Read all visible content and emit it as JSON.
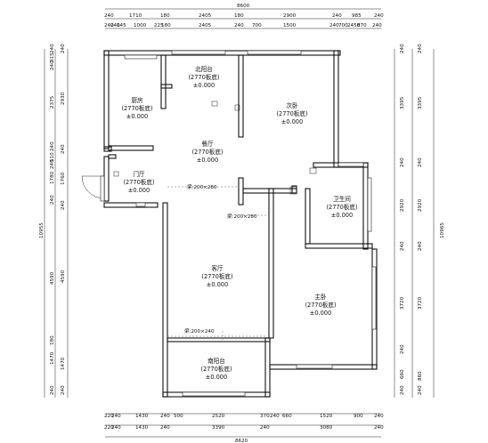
{
  "dims": {
    "top_total": "8600",
    "top_row1": [
      "240",
      "1710",
      "180",
      "2405",
      "180",
      "2900",
      "240",
      "985",
      "240"
    ],
    "top_row2": [
      "240",
      "240",
      "145",
      "1000",
      "225",
      "180",
      "2405",
      "240",
      "700",
      "1500",
      "240",
      "700",
      "2450",
      "870",
      "240"
    ],
    "bottom_row1": [
      "220",
      "240",
      "1430",
      "240",
      "500",
      "2520",
      "370",
      "240",
      "660",
      "1520",
      "900",
      "240"
    ],
    "bottom_row2": [
      "220",
      "240",
      "1430",
      "240",
      "3390",
      "240",
      "3080",
      "240"
    ],
    "bottom_total": "8620",
    "left_total": "10955",
    "left_row1": [
      "240",
      "315",
      "240",
      "2375",
      "240",
      "510",
      "240",
      "1780",
      "240",
      "4590",
      "180",
      "1470",
      "240"
    ],
    "left_row2": [
      "240",
      "2930",
      "240",
      "1760",
      "240",
      "4590",
      "1470",
      "240"
    ],
    "right_total": "10965",
    "right_row1": [
      "240",
      "3395",
      "240",
      "2920",
      "240",
      "3720",
      "240",
      "660",
      "240"
    ],
    "right_row2": [
      "240",
      "3395",
      "240",
      "2920",
      "240",
      "3720",
      "860",
      "240"
    ]
  },
  "rooms": [
    {
      "name": "北阳台",
      "sub": "(2770板底)",
      "elev": "±0.000"
    },
    {
      "name": "厨房",
      "sub": "(2770板底)",
      "elev": "±0.000"
    },
    {
      "name": "次卧",
      "sub": "(2770板底)",
      "elev": "±0.000"
    },
    {
      "name": "餐厅",
      "sub": "(2770板底)",
      "elev": "±0.000"
    },
    {
      "name": "门厅",
      "sub": "(2770板底)",
      "elev": "±0.000"
    },
    {
      "name": "卫生间",
      "sub": "(2770板底)",
      "elev": "±0.000"
    },
    {
      "name": "客厅",
      "sub": "(2770板底)",
      "elev": "±0.000"
    },
    {
      "name": "主卧",
      "sub": "(2770板底)",
      "elev": "±0.000"
    },
    {
      "name": "南阳台",
      "sub": "(2770板底)",
      "elev": "±0.000"
    }
  ],
  "beams": [
    "梁:200×280",
    "梁:200×280",
    "梁:200×240"
  ]
}
